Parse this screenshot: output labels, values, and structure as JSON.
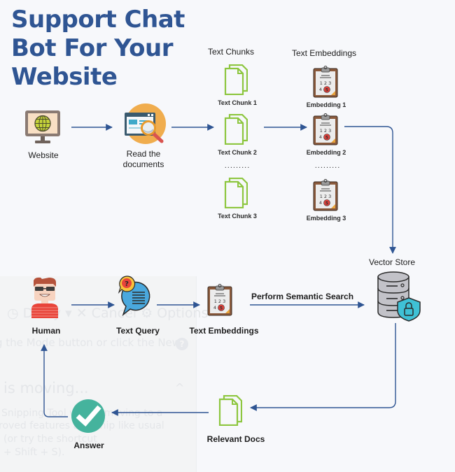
{
  "title": {
    "line1": "Support Chat",
    "line2": "Bot For Your",
    "line3": "Website"
  },
  "ingestion": {
    "website_label": "Website",
    "read_docs_label_line1": "Read the",
    "read_docs_label_line2": "documents",
    "chunks_header": "Text Chunks",
    "chunks": [
      "Text Chunk 1",
      "Text Chunk 2",
      "Text Chunk 3"
    ],
    "chunks_ellipsis": ".........",
    "embeddings_header": "Text Embeddings",
    "embeddings": [
      "Embedding 1",
      "Embedding 2",
      "Embedding 3"
    ],
    "embeddings_ellipsis": ".........",
    "clipboard_numbers": [
      "1",
      "2",
      "3",
      "4",
      "5"
    ]
  },
  "query": {
    "human_label": "Human",
    "text_query_label": "Text Query",
    "text_embeddings_label": "Text Embeddings",
    "search_label": "Perform Semantic Search",
    "vector_store_label": "Vector Store",
    "relevant_docs_label": "Relevant Docs",
    "answer_label": "Answer"
  },
  "overlay": {
    "toolbar": "◷ Delay ▾  ✕ Cancel  ⚙ Options",
    "hint": "g the Mode button or click the New",
    "help": "?",
    "moving": "is moving...",
    "caret": "^",
    "body1": "Snipping Tool will be moving to a",
    "body2": "roved features and snip like usual",
    "body3": "(or try the shortcut",
    "body4": "+ Shift + S)."
  },
  "colors": {
    "title": "#2f5593",
    "arrow": "#2f5593",
    "doc_green": "#8dc63f",
    "answer_teal": "#45b39d"
  }
}
